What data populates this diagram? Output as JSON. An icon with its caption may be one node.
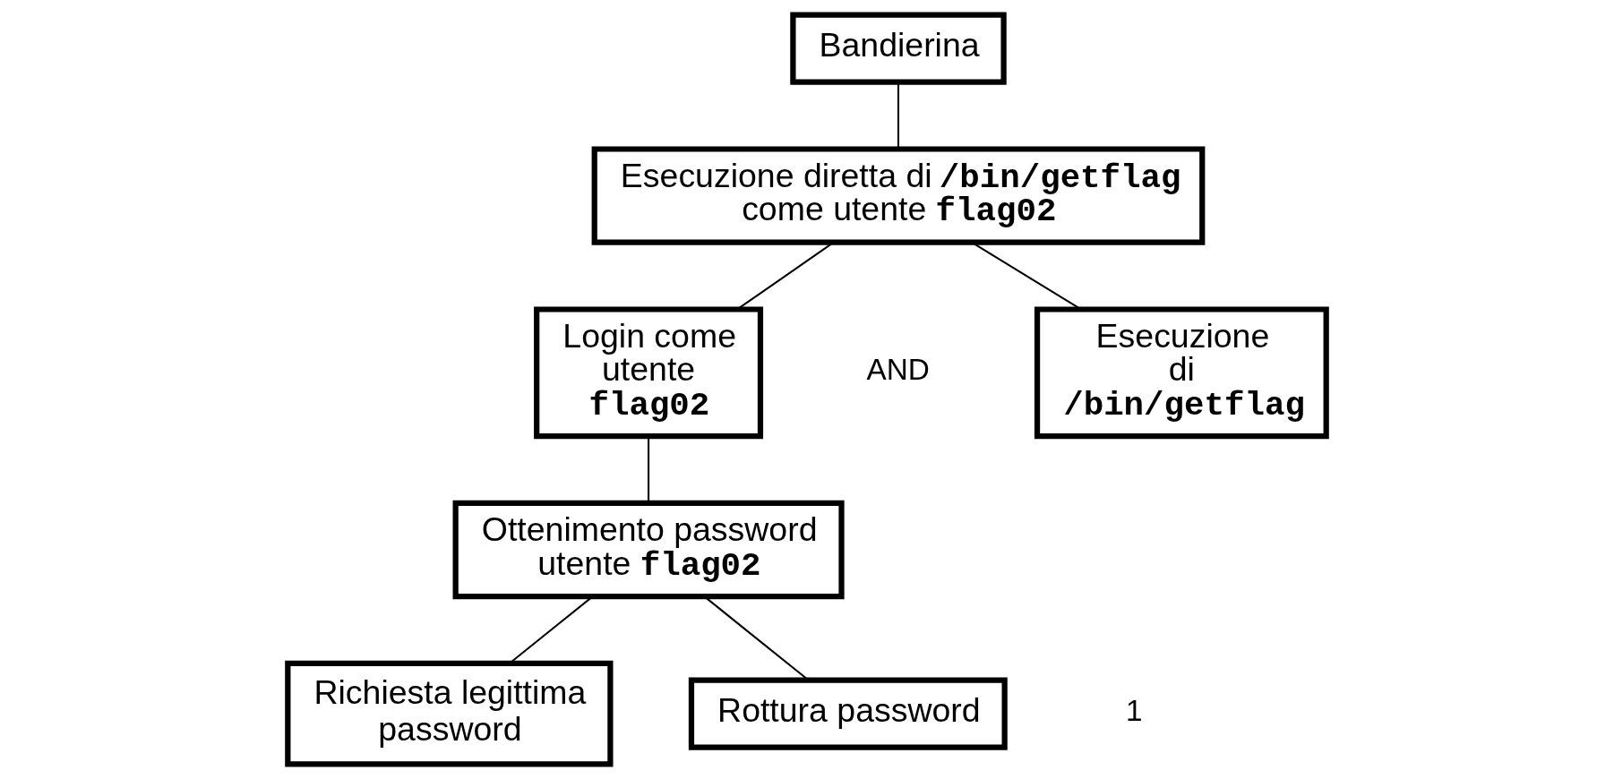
{
  "diagram": {
    "nodes": [
      {
        "text": [
          "Bandierina"
        ]
      },
      {
        "text": [
          "Esecuzione diretta di **/bin/getflag** come utente **flag02**"
        ]
      },
      {
        "text": [
          "Login come utente **flag02**"
        ]
      },
      {
        "text": [
          "Esecuzione di **/bin/getflag**"
        ]
      },
      {
        "text": [
          "Ottenimento password utente **flag02**"
        ]
      },
      {
        "text": [
          "Richiesta legittima password"
        ]
      },
      {
        "text": [
          "Rottura password"
        ]
      }
    ],
    "edges": [
      {
        "from": 0,
        "to": 1,
        "arrow": "none"
      },
      {
        "from": 1,
        "to": 2,
        "arrow": "none"
      },
      {
        "from": 1,
        "to": 3,
        "arrow": "none"
      },
      {
        "from": 2,
        "to": 4,
        "arrow": "none"
      },
      {
        "from": 4,
        "to": 5,
        "arrow": "none"
      },
      {
        "from": 4,
        "to": 6,
        "arrow": "none"
      }
    ],
    "labels": [
      "AND",
      "1"
    ]
  }
}
